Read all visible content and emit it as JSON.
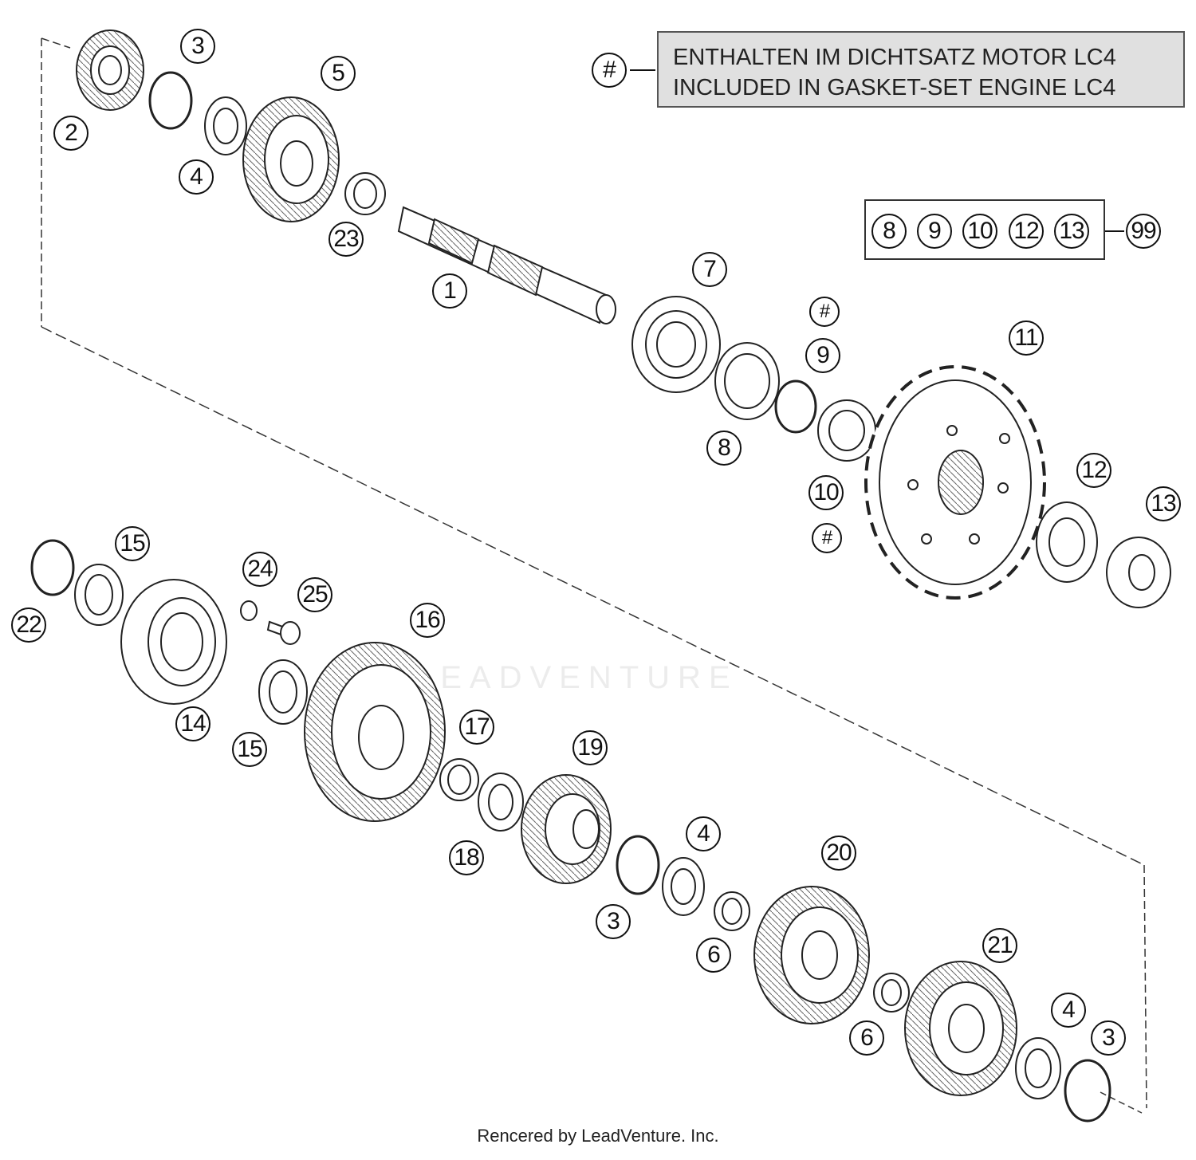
{
  "callouts": {
    "c1": "1",
    "c2": "2",
    "c3a": "3",
    "c4a": "4",
    "c5": "5",
    "c23": "23",
    "c7": "7",
    "chash_top": "#",
    "c9": "9",
    "c8": "8",
    "c10": "10",
    "chash_mid": "#",
    "c11": "11",
    "c12": "12",
    "c13": "13",
    "c22": "22",
    "c15a": "15",
    "c14": "14",
    "c24": "24",
    "c25": "25",
    "c15b": "15",
    "c16": "16",
    "c17": "17",
    "c18": "18",
    "c19": "19",
    "c3b": "3",
    "c4b": "4",
    "c6a": "6",
    "c20": "20",
    "c6b": "6",
    "c21": "21",
    "c4c": "4",
    "c3c": "3"
  },
  "legend": {
    "symbol": "#",
    "line1": "ENTHALTEN IM DICHTSATZ MOTOR LC4",
    "line2": "INCLUDED IN GASKET-SET ENGINE LC4"
  },
  "kit": {
    "items": [
      "8",
      "9",
      "10",
      "12",
      "13"
    ],
    "result": "99"
  },
  "watermark": "LEADVENTURE",
  "credit": "Rencered by LeadVenture. Inc."
}
